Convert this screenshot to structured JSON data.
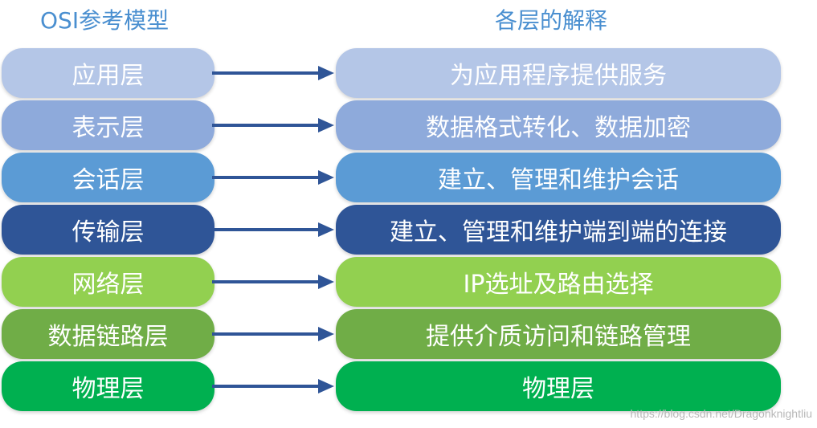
{
  "titles": {
    "left": "OSI参考模型",
    "right": "各层的解释"
  },
  "layers": [
    {
      "name": "应用层",
      "description": "为应用程序提供服务",
      "color": "#b4c6e7"
    },
    {
      "name": "表示层",
      "description": "数据格式转化、数据加密",
      "color": "#8eaadb"
    },
    {
      "name": "会话层",
      "description": "建立、管理和维护会话",
      "color": "#5b9bd5"
    },
    {
      "name": "传输层",
      "description": "建立、管理和维护端到端的连接",
      "color": "#2f5597"
    },
    {
      "name": "网络层",
      "description": "IP选址及路由选择",
      "color": "#92d050"
    },
    {
      "name": "数据链路层",
      "description": "提供介质访问和链路管理",
      "color": "#70ad47"
    },
    {
      "name": "物理层",
      "description": "物理层",
      "color": "#00b050"
    }
  ],
  "arrow_color": "#2f5597",
  "watermark": "https://blog.csdn.net/Dragonknightliu"
}
